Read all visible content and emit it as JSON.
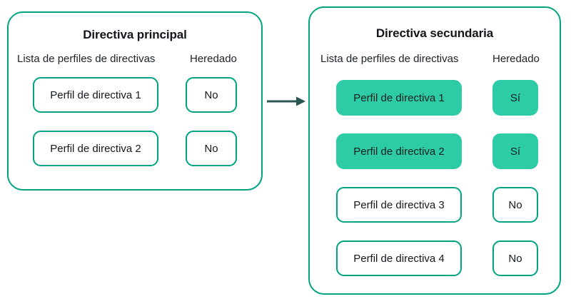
{
  "colors": {
    "panel_border": "#00a383",
    "chip_border": "#00a383",
    "chip_fill_inherited": "#2ecca6",
    "arrow": "#2a5550",
    "text": "#14181f",
    "background": "#ffffff"
  },
  "diagram": {
    "type": "policy-inheritance",
    "arrow_icon": "arrow-right-icon"
  },
  "panels": [
    {
      "id": "primary",
      "title": "Directiva principal",
      "headers": {
        "list": "Lista de perfiles de directivas",
        "inherited": "Heredado"
      },
      "rows": [
        {
          "name": "Perfil de directiva 1",
          "inherited": "No",
          "is_inherited": false
        },
        {
          "name": "Perfil de directiva 2",
          "inherited": "No",
          "is_inherited": false
        }
      ]
    },
    {
      "id": "secondary",
      "title": "Directiva secundaria",
      "headers": {
        "list": "Lista de perfiles de directivas",
        "inherited": "Heredado"
      },
      "rows": [
        {
          "name": "Perfil de directiva 1",
          "inherited": "Sí",
          "is_inherited": true
        },
        {
          "name": "Perfil de directiva 2",
          "inherited": "Sí",
          "is_inherited": true
        },
        {
          "name": "Perfil de directiva 3",
          "inherited": "No",
          "is_inherited": false
        },
        {
          "name": "Perfil de directiva 4",
          "inherited": "No",
          "is_inherited": false
        }
      ]
    }
  ]
}
